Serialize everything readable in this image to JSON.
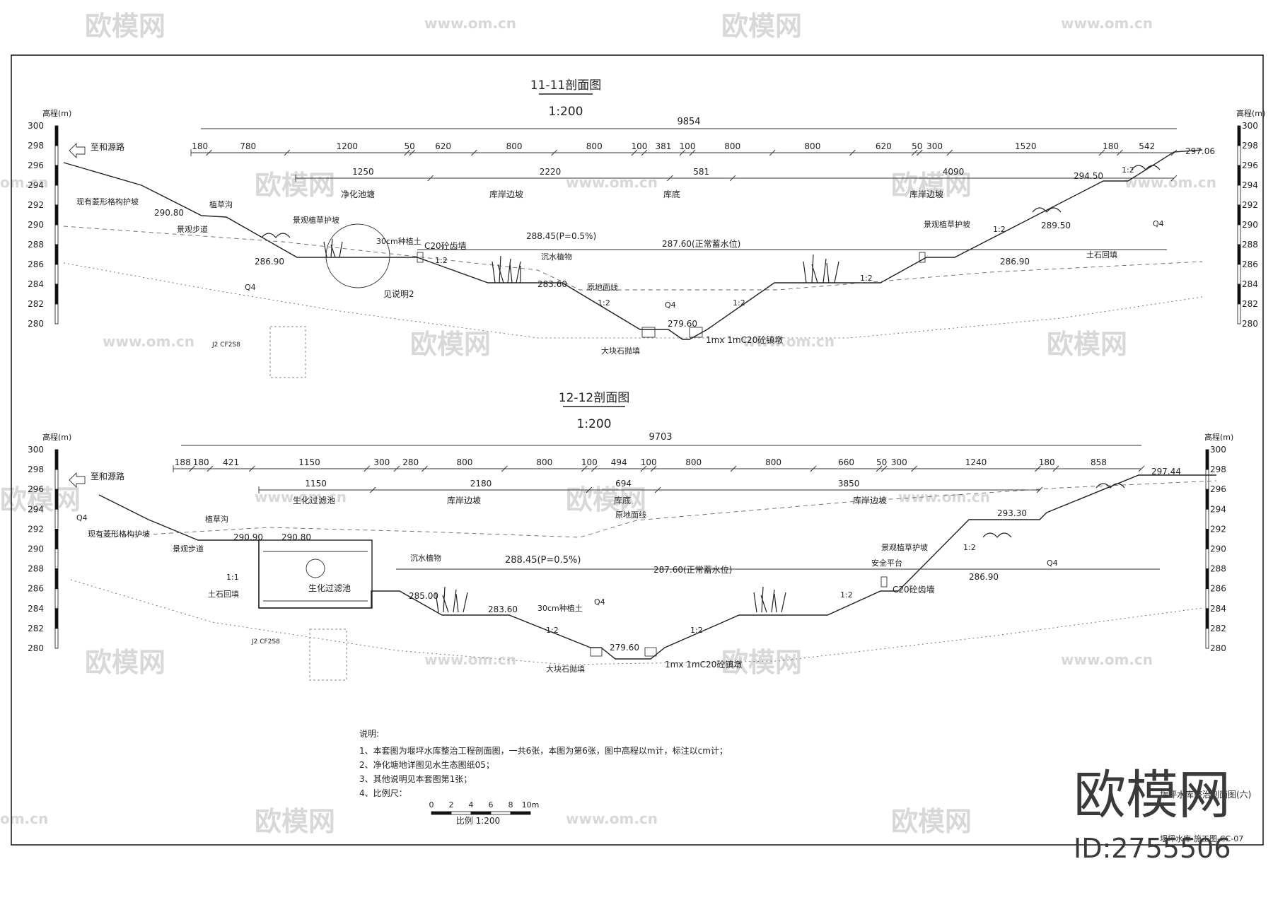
{
  "watermarks": {
    "brand": "欧模网",
    "url": "www.om.cn",
    "url_short": "om.cn"
  },
  "brand_logo": {
    "text": "欧模网",
    "id_text": "ID:2755506"
  },
  "axis_title": "高程(m)",
  "elevation_ticks": [
    "300",
    "298",
    "296",
    "294",
    "292",
    "290",
    "288",
    "286",
    "284",
    "282",
    "280"
  ],
  "section_a": {
    "title": "11-11剖面图",
    "scale": "1:200",
    "total_dim": "9854",
    "dims": [
      "180",
      "780",
      "1200",
      "50",
      "620",
      "800",
      "800",
      "100",
      "381",
      "100",
      "800",
      "800",
      "620",
      "50",
      "300",
      "1520",
      "180",
      "542"
    ],
    "subdims": [
      "1250",
      "2220",
      "581",
      "4090"
    ],
    "zones": [
      "净化池塘",
      "库岸边坡",
      "库底",
      "库岸边坡"
    ],
    "road_label": "至和源路",
    "labels": {
      "existing_slope": "现有菱形格构护坡",
      "grass_ditch": "植草沟",
      "landscape_walk": "景观步道",
      "landscape_grass": "景观植草护坡",
      "soil_30cm": "30cm种植土",
      "c20_wall": "C20砼齿墙",
      "see_note": "见说明2",
      "submerged": "沉水植物",
      "orig_ground": "原地面线",
      "big_stone": "大块石抛填",
      "c20_block": "1mx 1mC20砼镇墩",
      "landscape_grass_r": "景观植草护坡",
      "earth_fill": "土石回填",
      "q_left": "Q4",
      "q_mid": "Q4",
      "q_right": "Q4",
      "j_code": "J2 CF2S8"
    },
    "elevations": {
      "e1": "290.80",
      "e2": "286.90",
      "e3": "288.45(P=0.5%)",
      "e4": "287.60(正常蓄水位)",
      "e5": "283.60",
      "e6": "279.60",
      "e7": "294.50",
      "e8": "297.06",
      "e9": "289.50",
      "e10": "286.90"
    },
    "slopes": [
      "1:2",
      "1:2",
      "1:2",
      "1:2",
      "1:2",
      "1:2"
    ]
  },
  "section_b": {
    "title": "12-12剖面图",
    "scale": "1:200",
    "total_dim": "9703",
    "dims": [
      "188",
      "180",
      "421",
      "1150",
      "300",
      "280",
      "800",
      "800",
      "100",
      "494",
      "100",
      "800",
      "800",
      "660",
      "50",
      "300",
      "1240",
      "180",
      "858"
    ],
    "subdims": [
      "1150",
      "2180",
      "694",
      "3850"
    ],
    "zones": [
      "生化过滤池",
      "库岸边坡",
      "库底",
      "库岸边坡"
    ],
    "road_label": "至和源路",
    "labels": {
      "existing_slope": "现有菱形格构护坡",
      "grass_ditch": "植草沟",
      "landscape_walk": "景观步道",
      "earth_fill": "土石回填",
      "bio_filter": "生化过滤池",
      "submerged": "沉水植物",
      "soil_30cm": "30cm种植土",
      "big_stone": "大块石抛填",
      "c20_block": "1mx 1mC20砼镇墩",
      "orig_ground": "原地面线",
      "landscape_grass": "景观植草护坡",
      "safety_platform": "安全平台",
      "c20_wall": "C20砼齿墙",
      "q_left": "Q4",
      "q_mid": "Q4",
      "q_right": "Q4",
      "j_code": "J2 CF2S8"
    },
    "elevations": {
      "e1": "290.90",
      "e2": "290.80",
      "e3": "288.45(P=0.5%)",
      "e4": "287.60(正常蓄水位)",
      "e5": "285.00",
      "e6": "283.60",
      "e7": "279.60",
      "e8": "293.30",
      "e9": "286.90",
      "e10": "297.44"
    },
    "slopes": [
      "1:1",
      "1:2",
      "1:2",
      "1:2",
      "1:2"
    ]
  },
  "notes": {
    "heading": "说明:",
    "items": [
      "1、本套图为堰坪水库整治工程剖面图，一共6张，本图为第6张，图中高程以m计，标注以cm计；",
      "2、净化塘地详图见水生态图纸05；",
      "3、其他说明见本套图第1张；",
      "4、比例尺："
    ],
    "scale_ticks": [
      "0",
      "2",
      "4",
      "6",
      "8",
      "10m"
    ],
    "scale_label": "比例 1:200"
  },
  "title_block": {
    "drawing_name": "堰坪水库整治剖面图(六)",
    "drawing_no": "堰坪水库-施工图-CC-07"
  }
}
